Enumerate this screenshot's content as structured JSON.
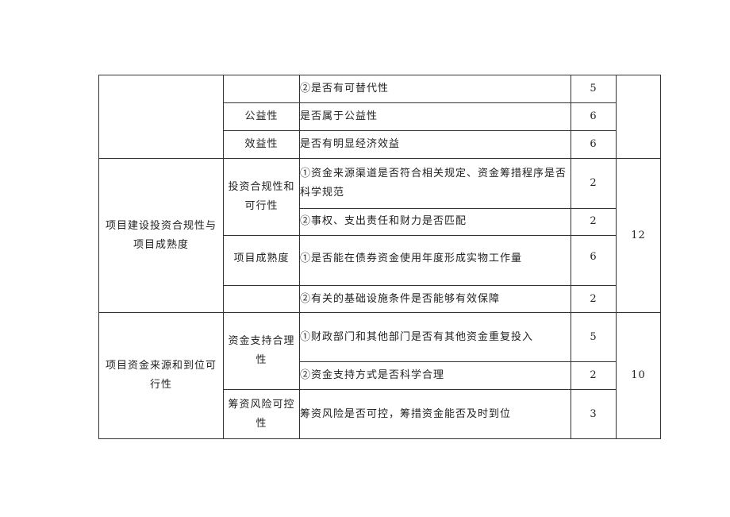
{
  "rows": [
    {
      "sub": "",
      "item": "②是否有可替代性",
      "score": "5"
    },
    {
      "sub": "公益性",
      "item": "是否属于公益性",
      "score": "6"
    },
    {
      "sub": "效益性",
      "item": "是否有明显经济效益",
      "score": "6"
    }
  ],
  "group2": {
    "category": "项目建设投资合规性与项目成熟度",
    "total": "12",
    "sub1": "投资合规性和可行性",
    "sub1_items": [
      {
        "item": "①资金来源渠道是否符合相关规定、资金筹措程序是否科学规范",
        "score": "2"
      },
      {
        "item": "②事权、支出责任和财力是否匹配",
        "score": "2"
      }
    ],
    "sub2": "项目成熟度",
    "sub2_items": [
      {
        "item": "①是否能在债券资金使用年度形成实物工作量",
        "score": "6"
      },
      {
        "item": "②有关的基础设施条件是否能够有效保障",
        "score": "2"
      }
    ]
  },
  "group3": {
    "category": "项目资金来源和到位可行性",
    "total": "10",
    "sub1": "资金支持合理性",
    "sub1_items": [
      {
        "item": "①财政部门和其他部门是否有其他资金重复投入",
        "score": "5"
      },
      {
        "item": "②资金支持方式是否科学合理",
        "score": "2"
      }
    ],
    "sub2": "筹资风险可控性",
    "sub2_items": [
      {
        "item": "筹资风险是否可控，筹措资金能否及时到位",
        "score": "3"
      }
    ]
  }
}
